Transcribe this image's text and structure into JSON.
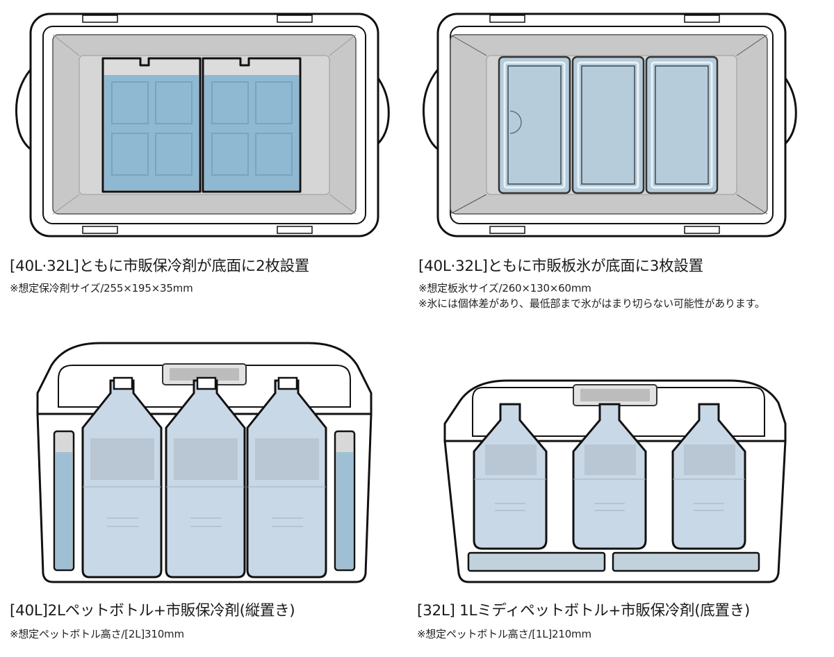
{
  "colors": {
    "outline": "#111111",
    "cooler_body": "#ffffff",
    "cooler_interior": "#c8c8c8",
    "ice_pack_blue": "#8fb8d2",
    "ice_block_blue": "#b6ccdb",
    "bottle_water": "#c9d8e6",
    "bottle_label": "#b9c6d4"
  },
  "panels": [
    {
      "id": "top-left",
      "illustration": "cooler-top-view-2-ice-packs",
      "title": "[40L·32L]ともに市販保冷剤が底面に2枚設置",
      "notes": [
        "※想定保冷剤サイズ/255×195×35mm"
      ]
    },
    {
      "id": "top-right",
      "illustration": "cooler-top-view-3-ice-blocks",
      "title": "[40L·32L]ともに市販板氷が底面に3枚設置",
      "notes": [
        "※想定板氷サイズ/260×130×60mm",
        "※氷には個体差があり、最低部まで氷がはまり切らない可能性があります。"
      ]
    },
    {
      "id": "bottom-left",
      "illustration": "cooler-front-view-3-2l-bottles",
      "title": "[40L]2Lペットボトル+市販保冷剤(縦置き)",
      "notes": [
        "※想定ペットボトル高さ/[2L]310mm"
      ]
    },
    {
      "id": "bottom-right",
      "illustration": "cooler-front-view-3-1l-bottles",
      "title": "[32L] 1Lミディペットボトル+市販保冷剤(底置き)",
      "notes": [
        "※想定ペットボトル高さ/[1L]210mm"
      ]
    }
  ]
}
